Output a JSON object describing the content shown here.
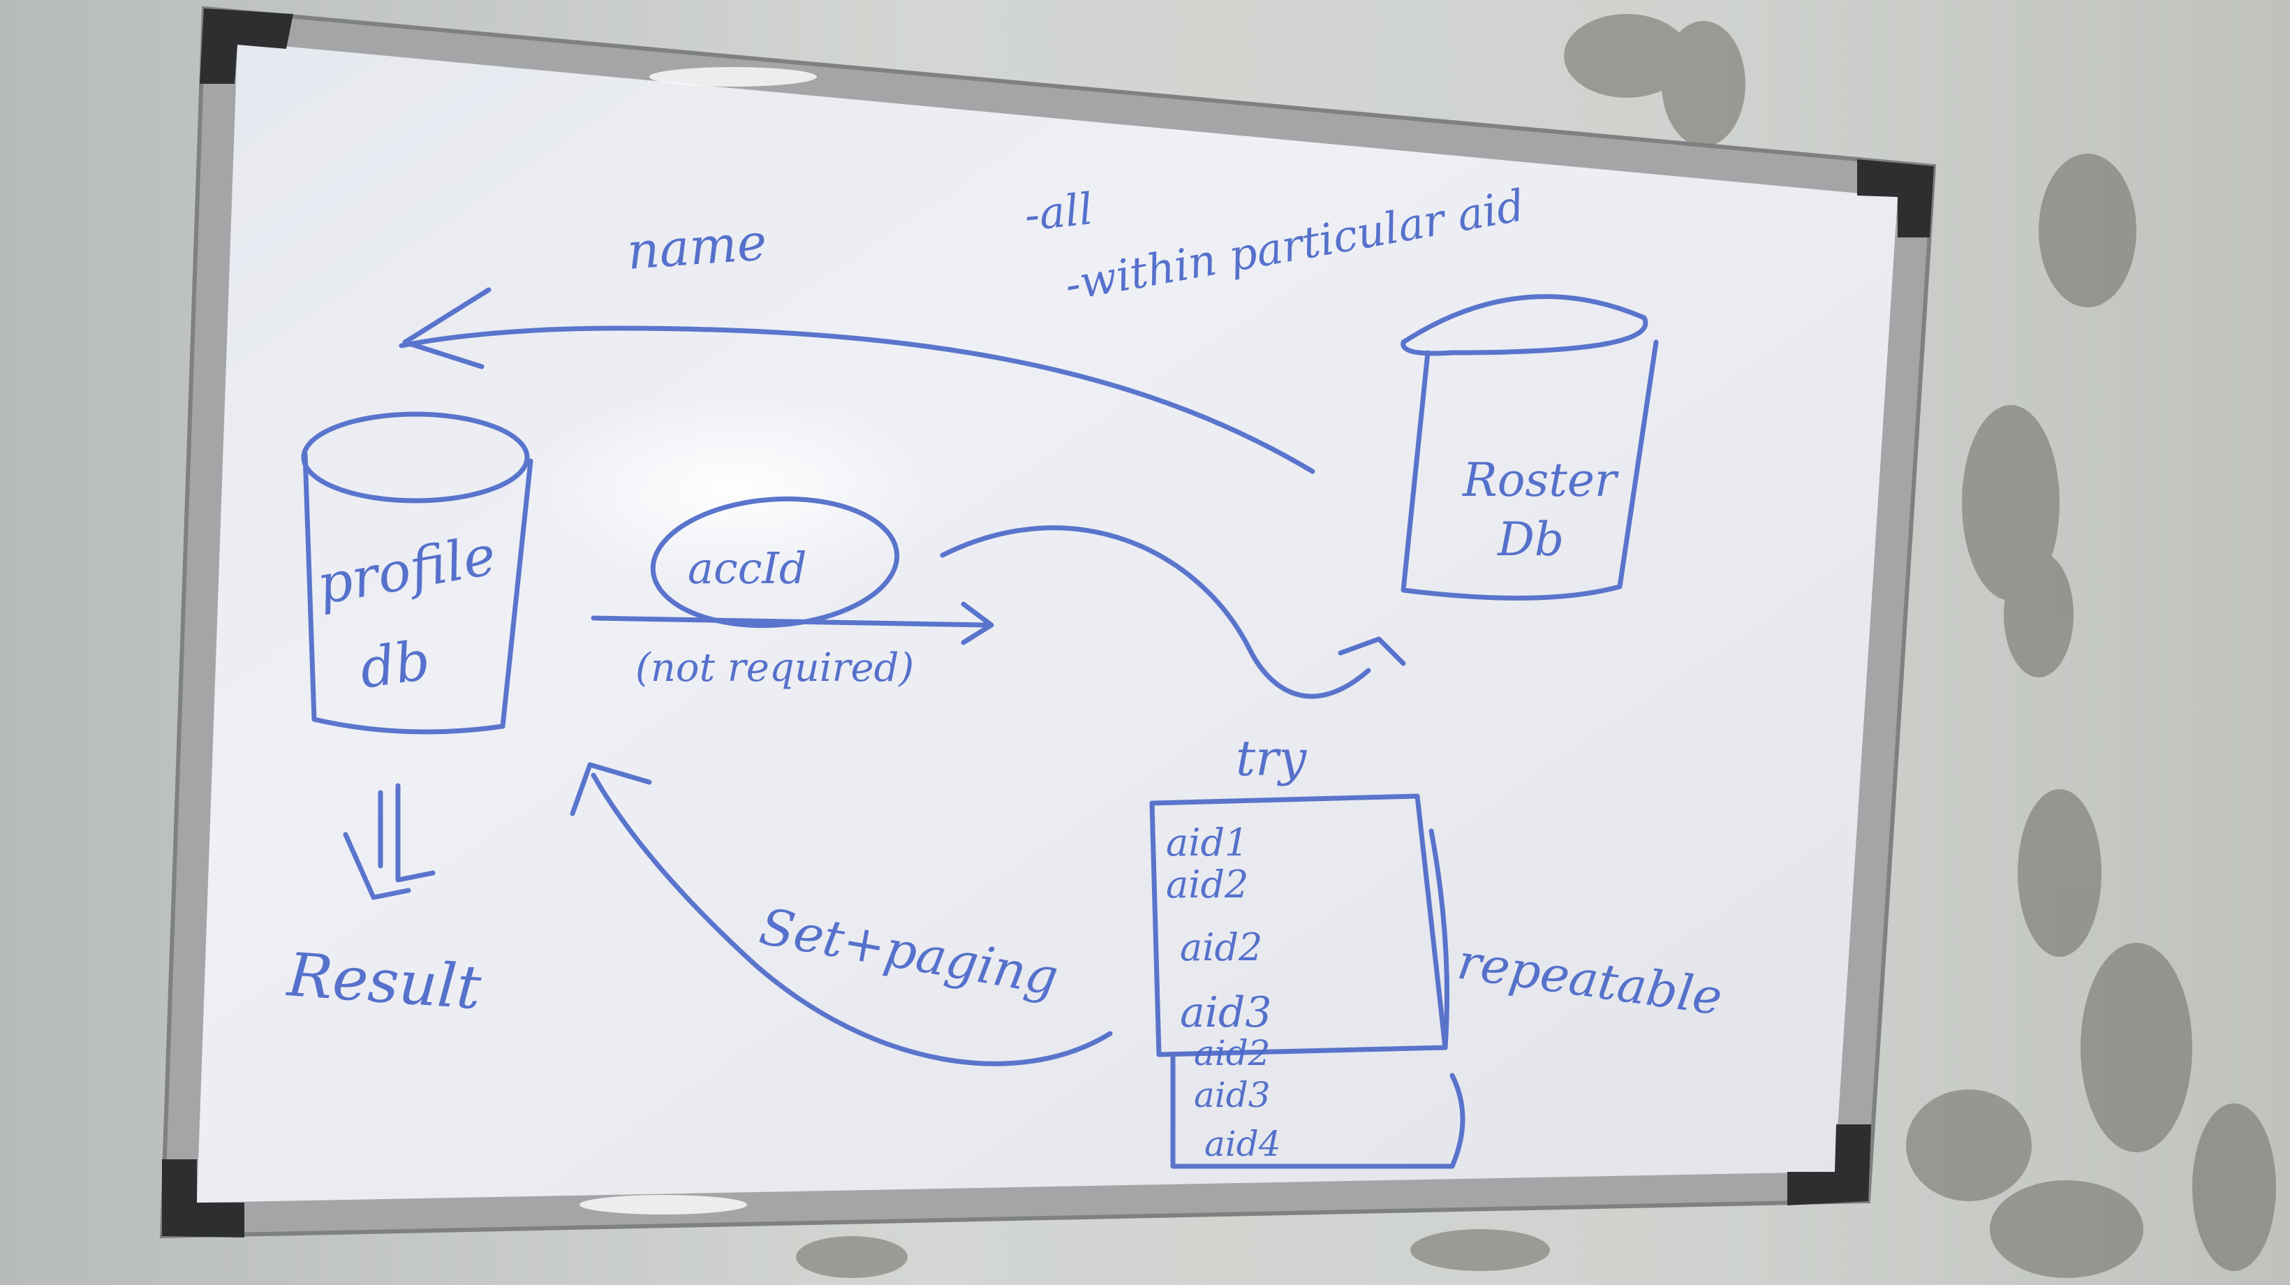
{
  "image": {
    "kind": "photo",
    "subject": "whiteboard-diagram",
    "ink_color": "#4a67c8",
    "board_color": "#eceef2",
    "wall_color": "#cfd2ce",
    "frame_color": "#9a9c9c",
    "corner_color": "#2c2e30"
  },
  "whiteboard": {
    "left_db": {
      "line1": "profile",
      "line2": "db"
    },
    "right_db": {
      "line1": "Roster",
      "line2": "Db"
    },
    "top_arrow_label": "name",
    "top_notes": {
      "line1": "-all",
      "line2": "-within particular aid"
    },
    "middle_ellipse_label": "accId",
    "middle_paren_label": "(not required)",
    "result_label": "Result",
    "bottom_arrow_label": "Set+paging",
    "list_title": "try",
    "list_items_top": [
      "aid1",
      "aid2",
      "aid2",
      "aid3"
    ],
    "list_items_bottom": [
      "aid2",
      "aid3",
      "aid4"
    ],
    "side_label": "repeatable"
  }
}
